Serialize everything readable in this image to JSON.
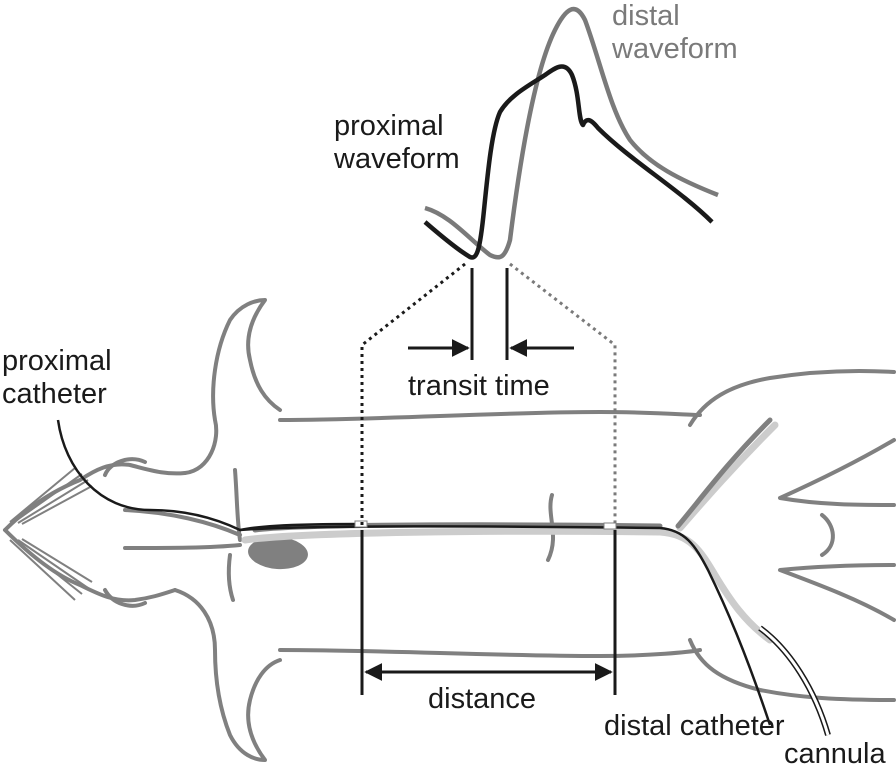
{
  "labels": {
    "distal_waveform": [
      "distal",
      "waveform"
    ],
    "proximal_waveform": [
      "proximal",
      "waveform"
    ],
    "proximal_catheter": [
      "proximal",
      "catheter"
    ],
    "transit_time": "transit time",
    "distance": "distance",
    "distal_catheter": "distal catheter",
    "cannula": "cannula"
  },
  "colors": {
    "outline": "#808080",
    "catheter": "#1a1a1a",
    "vessel": "#cccccc",
    "distal_wave": "#7a7a7a",
    "proximal_wave": "#1a1a1a"
  }
}
